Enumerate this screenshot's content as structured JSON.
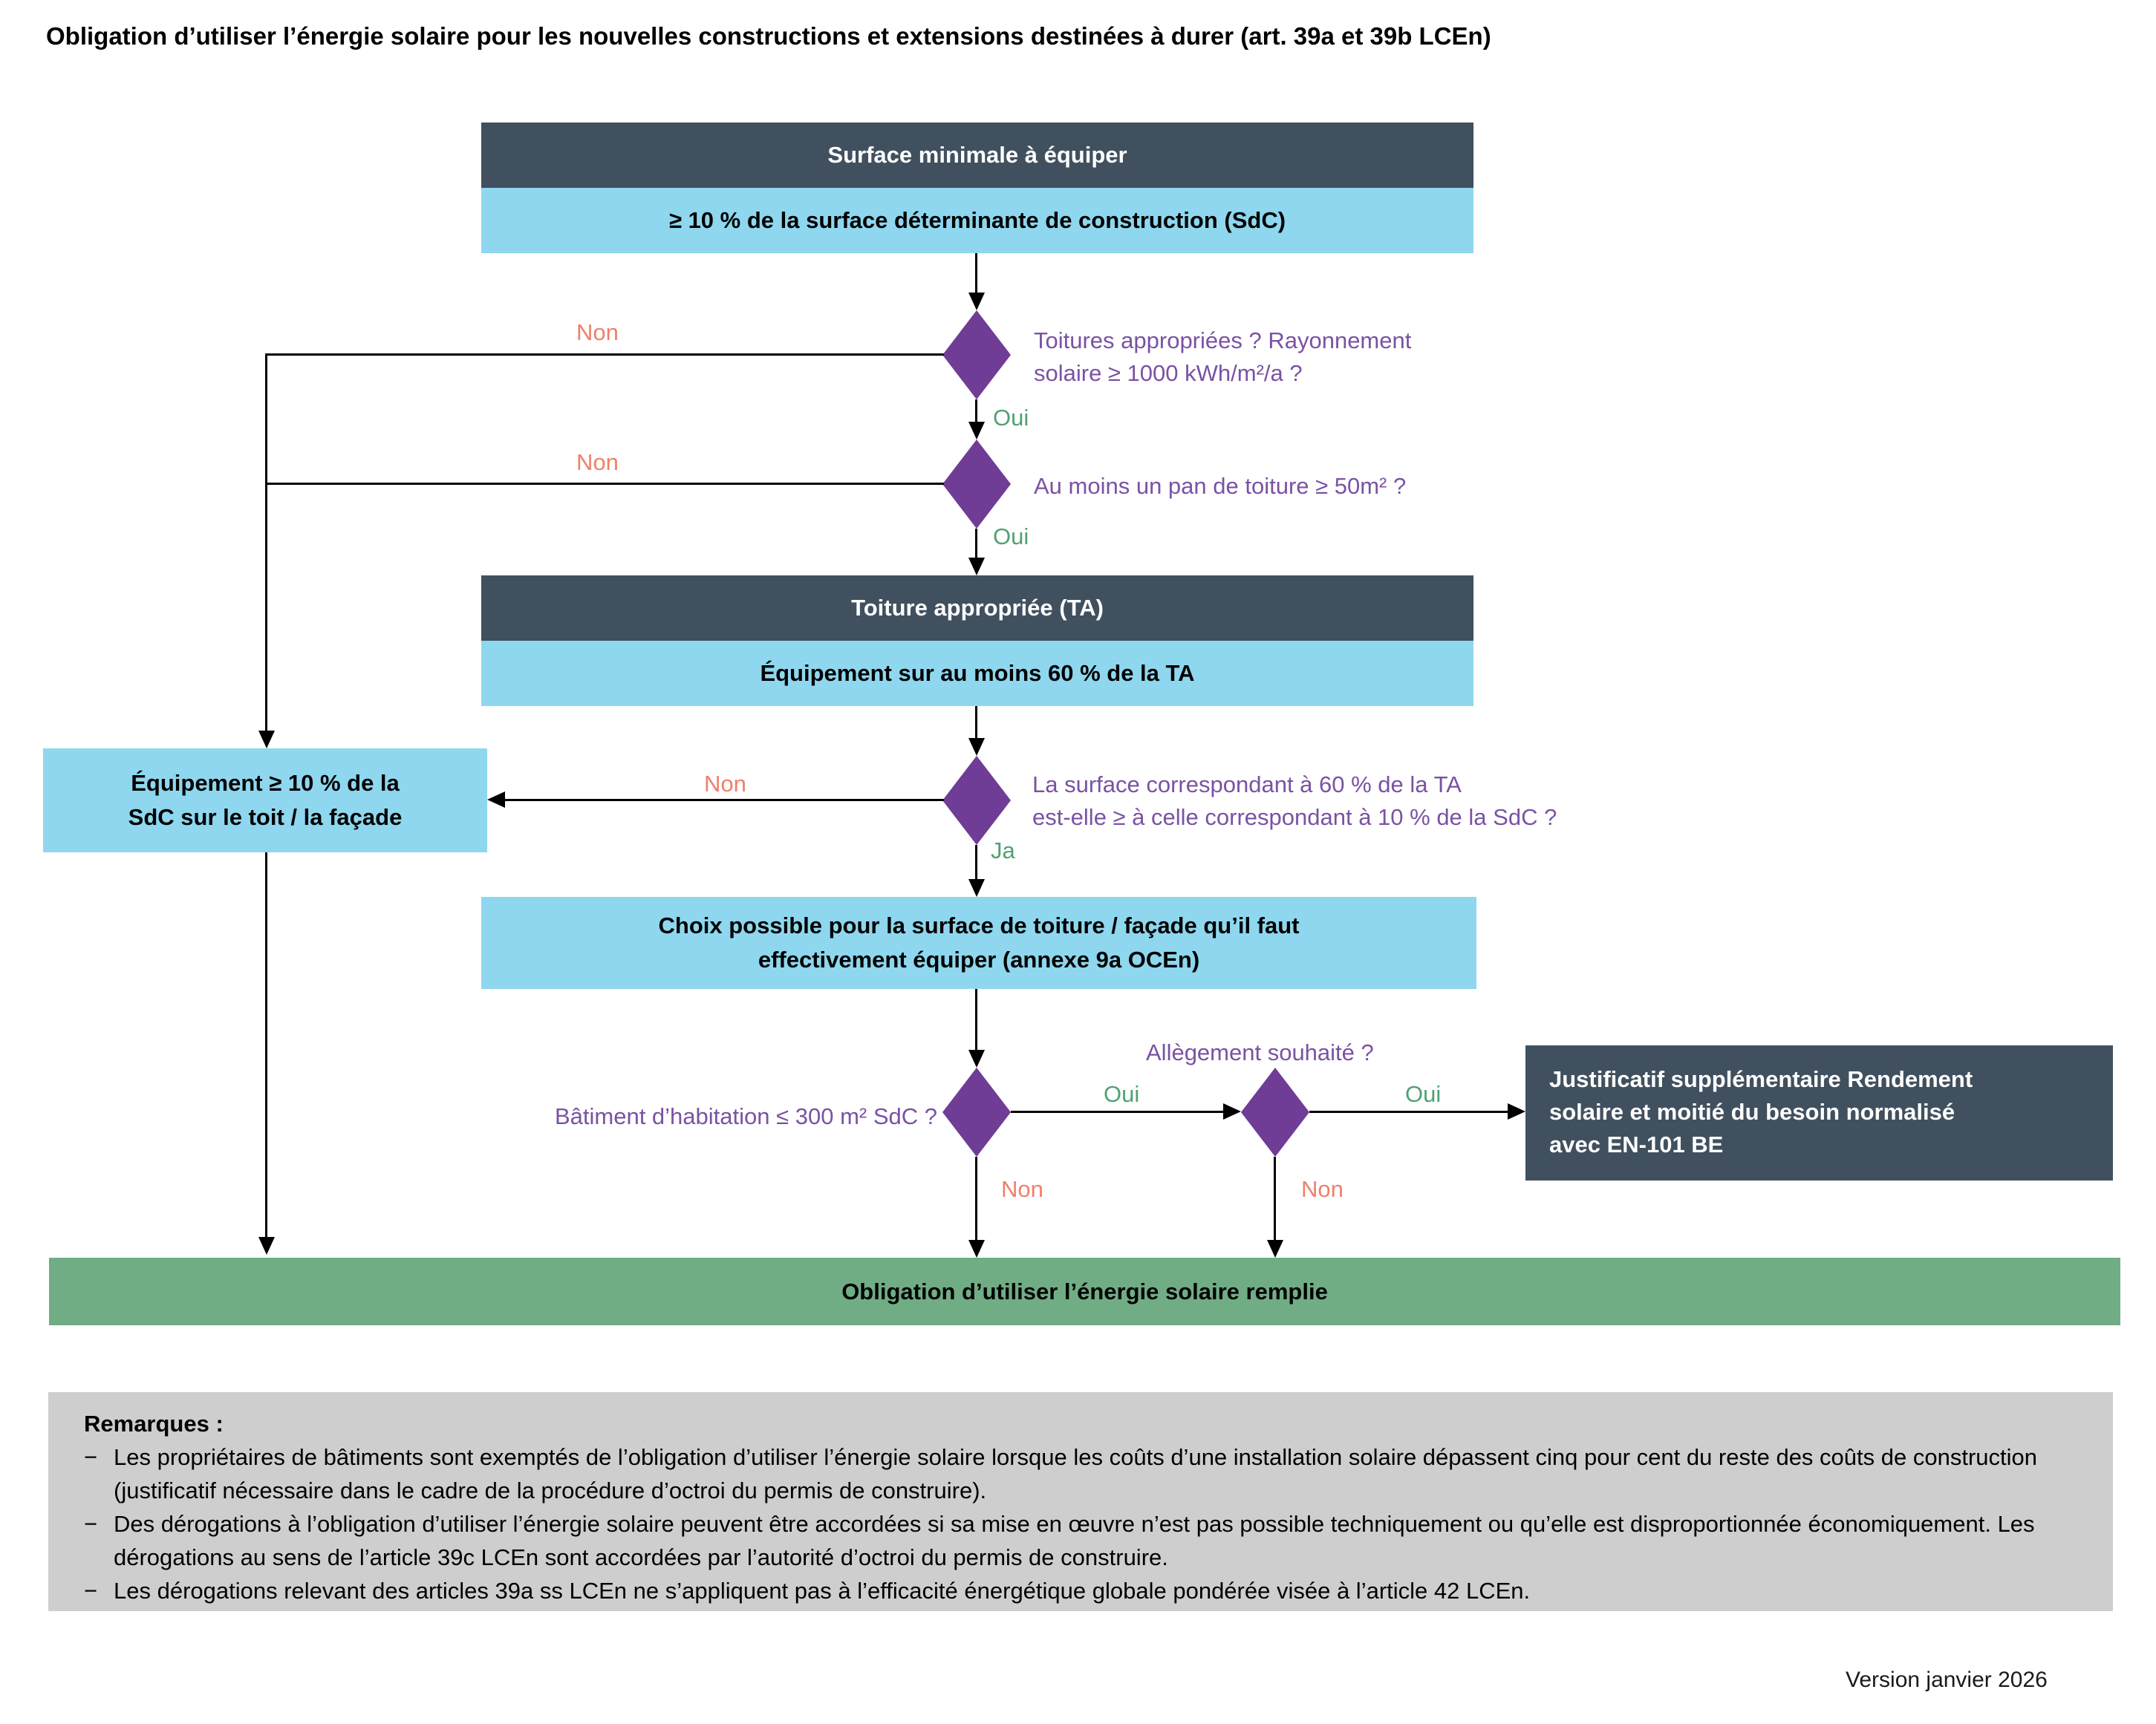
{
  "page": {
    "title": "Obligation d’utiliser l’énergie solaire pour les nouvelles constructions et extensions destinées à durer (art. 39a et 39b LCEn)",
    "version": "Version janvier 2026"
  },
  "colors": {
    "header_dark": "#40505e",
    "body_light_blue": "#8ed7ef",
    "diamond_purple": "#6f3c96",
    "question_purple": "#7a52a4",
    "no_salmon": "#f0806a",
    "yes_green": "#4fa173",
    "result_green": "#70ad85",
    "remarks_gray": "#cecece"
  },
  "flowchart": {
    "surface_min": {
      "header": "Surface minimale à équiper",
      "body": "≥ 10 % de la surface déterminante de construction (SdC)"
    },
    "decision_radiation": {
      "line1": "Toitures appropriées ? Rayonnement",
      "line2": "solaire ≥ 1000 kWh/m²/a ?",
      "no": "Non",
      "yes": "Oui"
    },
    "decision_pan": {
      "question": "Au moins un pan de toiture ≥ 50m² ?",
      "no": "Non",
      "yes": "Oui"
    },
    "toiture_appropriee": {
      "header": "Toiture appropriée (TA)",
      "body": "Équipement sur au moins 60 % de la TA"
    },
    "decision_surface": {
      "line1": "La surface correspondant à 60 % de la TA",
      "line2": "est-elle ≥ à celle correspondant à 10 % de la SdC ?",
      "no": "Non",
      "yes": "Ja"
    },
    "equipement_facade": {
      "line1": "Équipement ≥ 10 % de la",
      "line2": "SdC sur le toit / la façade"
    },
    "choix_possible": {
      "line1": "Choix possible pour la surface de toiture / façade qu’il faut",
      "line2": "effectivement équiper (annexe 9a OCEn)"
    },
    "decision_habitation": {
      "question": "Bâtiment d’habitation ≤ 300 m² SdC ?",
      "yes": "Oui",
      "no": "Non"
    },
    "decision_allegement": {
      "question": "Allègement souhaité ?",
      "yes": "Oui",
      "no": "Non"
    },
    "justificatif": {
      "line1": "Justificatif supplémentaire Rendement",
      "line2": "solaire et moitié du besoin normalisé",
      "line3": "avec EN-101 BE"
    },
    "obligation_remplie": "Obligation d’utiliser l’énergie solaire remplie"
  },
  "remarks": {
    "title": "Remarques :",
    "marker": "−",
    "items": [
      "Les propriétaires de bâtiments sont exemptés de l’obligation d’utiliser l’énergie solaire lorsque les coûts d’une installation solaire dépassent cinq pour cent du reste des coûts de construction (justificatif nécessaire dans le cadre de la procédure d’octroi du permis de construire).",
      "Des dérogations à l’obligation d’utiliser l’énergie solaire peuvent être accordées si sa mise en œuvre n’est pas possible techniquement ou qu’elle est disproportionnée économiquement. Les dérogations au sens de l’article 39c LCEn sont accordées par l’autorité d’octroi du permis de construire.",
      "Les dérogations relevant des articles 39a ss LCEn ne s’appliquent pas à l’efficacité énergétique globale pondérée visée à l’article 42 LCEn."
    ]
  }
}
